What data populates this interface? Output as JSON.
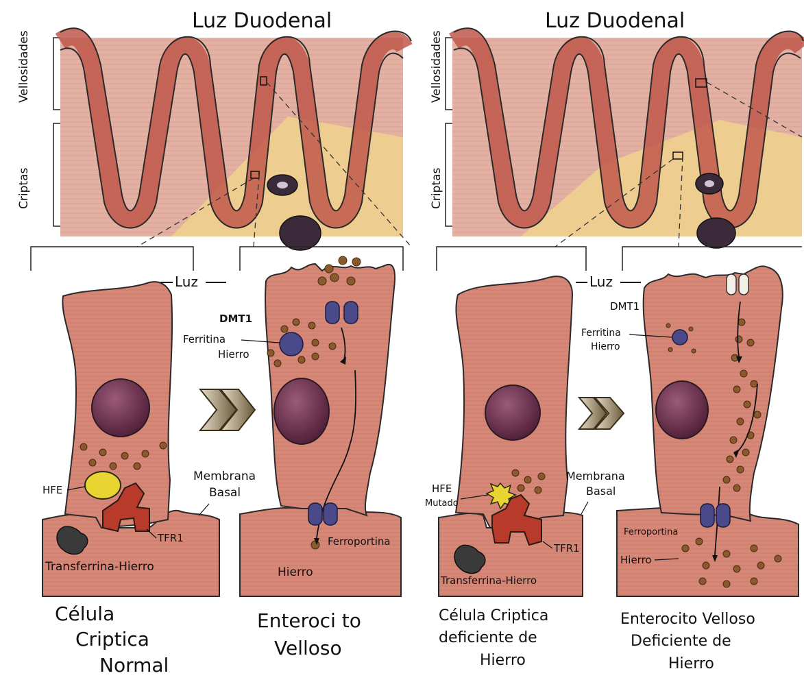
{
  "panels": [
    {
      "title": "Luz Duodenal",
      "side_top": "Vellosidades",
      "side_bottom": "Criptas",
      "lumen": "Luz",
      "crypt_cell": {
        "labels": {
          "hfe": "HFE",
          "tfr1": "TFR1",
          "transferrin": "Transferrina-Hierro"
        },
        "caption": [
          "Célula",
          "Criptica",
          "Normal"
        ]
      },
      "villus_cell": {
        "labels": {
          "dmt1": "DMT1",
          "ferritin": [
            "Ferritina",
            "Hierro"
          ],
          "membrane": [
            "Membrana",
            "Basal"
          ],
          "ferroportin": "Ferroportina",
          "iron": "Hierro"
        },
        "caption": [
          "Enteroci to",
          "Velloso"
        ]
      }
    },
    {
      "title": "Luz Duodenal",
      "side_top": "Vellosidades",
      "side_bottom": "Criptas",
      "lumen": "Luz",
      "crypt_cell": {
        "labels": {
          "hfe": [
            "HFE",
            "Mutado"
          ],
          "tfr1": "TFR1",
          "transferrin": "Transferrina-Hierro"
        },
        "caption": [
          "Célula Criptica",
          "deficiente de",
          "Hierro"
        ]
      },
      "villus_cell": {
        "labels": {
          "dmt1": "DMT1",
          "ferritin": [
            "Ferritina",
            "Hierro"
          ],
          "membrane": [
            "Membrana",
            "Basal"
          ],
          "ferroportin": "Ferroportina",
          "iron": "Hierro"
        },
        "caption": [
          "Enterocito Velloso",
          "Deficiente de",
          "Hierro"
        ]
      }
    }
  ],
  "colors": {
    "tissue": "#d9968a",
    "tissue_dark": "#c0584b",
    "submucosa": "#f0d28e",
    "cell": "#d27d6b",
    "nucleus": "#6e2a45",
    "iron_dot": "#8a5a2e",
    "transporter": "#4a4a8a",
    "hfe": "#e8d532",
    "tfr1": "#b83a2a",
    "arrow": "#8a7550"
  }
}
